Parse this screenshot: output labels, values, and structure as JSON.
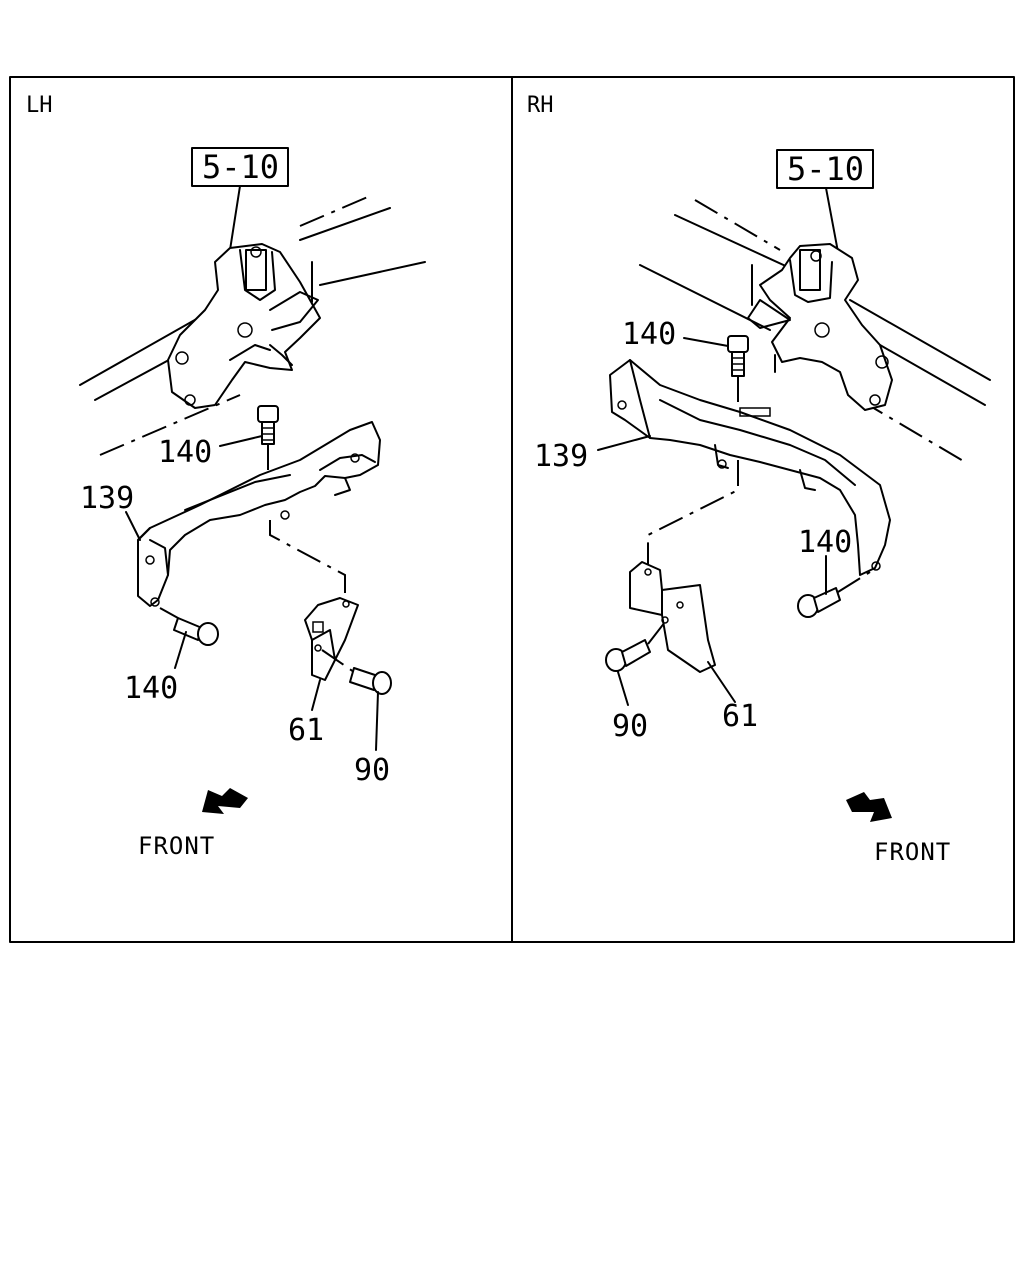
{
  "panels": {
    "left": {
      "side_label": "LH",
      "ref_box": "5-10",
      "callouts": {
        "bolt_top": "140",
        "bracket": "139",
        "bolt_lower": "140",
        "plate": "61",
        "bolt_plate": "90"
      },
      "front_label": "FRONT"
    },
    "right": {
      "side_label": "RH",
      "ref_box": "5-10",
      "callouts": {
        "bolt_top": "140",
        "bracket": "139",
        "bolt_side": "140",
        "bolt_plate": "90",
        "plate": "61"
      },
      "front_label": "FRONT"
    }
  }
}
